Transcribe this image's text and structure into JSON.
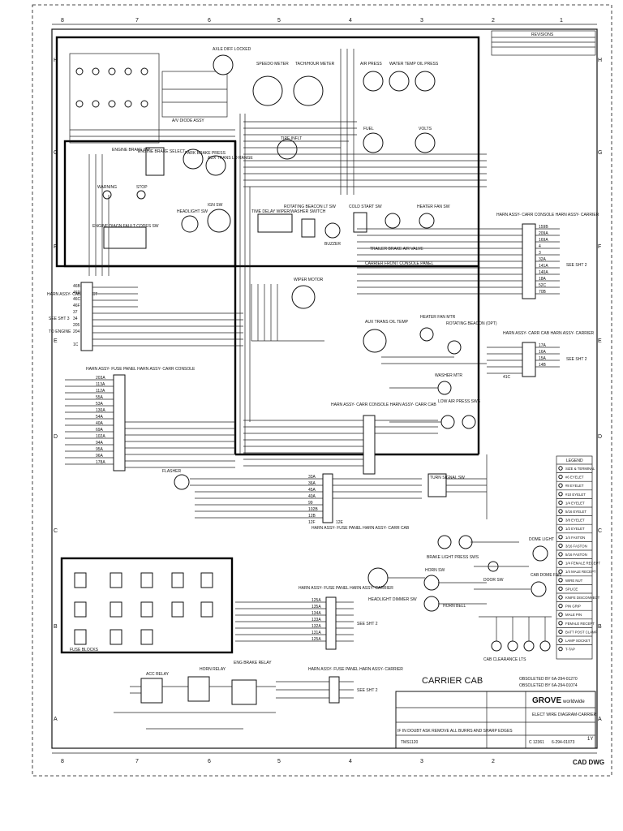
{
  "grid": {
    "columns": [
      "8",
      "7",
      "6",
      "5",
      "4",
      "3",
      "2",
      "1"
    ],
    "rows": [
      "H",
      "G",
      "F",
      "E",
      "D",
      "C",
      "B",
      "A"
    ]
  },
  "gauges": [
    {
      "label": "AXLE DIFF LOCKED"
    },
    {
      "label": "SPEEDO METER"
    },
    {
      "label": "TACH/HOUR METER"
    },
    {
      "label": "AIR PRESS"
    },
    {
      "label": "WATER TEMP"
    },
    {
      "label": "OIL PRESS"
    },
    {
      "label": "FUEL"
    },
    {
      "label": "VOLTS"
    },
    {
      "label": "TIRE INFLT"
    },
    {
      "label": "PARK BRAKE PRESS"
    },
    {
      "label": "AUX TRANS LO RANGE"
    }
  ],
  "labels": {
    "engine_brake_select": "ENGINE BRAKE SELECT",
    "engine_brake_sw": "ENGINE BRAKE SW",
    "warning": "WARNING",
    "stop": "STOP",
    "engine_diagn": "ENGINE DIAGN  FAULT CODES SW",
    "headlight_sw": "HEADLIGHT SW",
    "ign_sw": "IGN SW",
    "diode_assy": "A/V DIODE ASSY",
    "time_delay": "TIME DELAY WIPER/WASHER SWITCH",
    "rotating_beacon_lt_sw": "ROTATING BEACON LT SW",
    "buzzer": "BUZZER",
    "cold_start_sw": "COLD START SW",
    "heater_fan_sw": "HEATER FAN SW",
    "trailer_brake": "TRAILER BRAKE AIR VALVE",
    "carrier_front_console_panel": "CARRIER FRONT CONSOLE PANEL",
    "wiper_motor": "WIPER MOTOR",
    "aux_trans_oil_temp": "AUX TRANS OIL TEMP",
    "heater_fan_mtr": "HEATER FAN MTR",
    "rotating_beacon_opt": "ROTATING BEACON (OPT)",
    "washer_mtr": "WASHER MTR",
    "low_air_press_sws": "LOW AIR PRESS SWS",
    "flasher": "FLASHER",
    "turn_signal_sw": "TURN SIGNAL SW",
    "brake_light_press_sws": "BRAKE LIGHT PRESS SWS",
    "dome_light": "DOME LIGHT",
    "door_sw": "DOOR SW",
    "cab_dome_fan": "CAB DOME FAN",
    "headlight_dimmer_sw": "HEADLIGHT DIMMER SW",
    "horn_sw": "HORN SW",
    "horn_bell": "HORN BELL",
    "cab_clearance_lts": "CAB CLEARANCE LTS",
    "fuse_blocks": "FUSE BLOCKS",
    "acc_relay": "ACC RELAY",
    "horn_relay": "HORN RELAY",
    "eng_brake_relay": "ENG BRAKE RELAY",
    "see_sht_2": "SEE SHT 2",
    "see_sht_3": "SEE SHT 3",
    "to_engine": "TO ENGINE"
  },
  "harnesses": {
    "carr_console_carrier": "HARN ASSY- CARR CONSOLE   HARN ASSY- CARRIER",
    "carr_cab_carrier": "HARN ASSY- CARR CAB   HARN ASSY- CARRIER",
    "cab_select": "HARN ASSY- CAB SELECT",
    "fuse_panel_carr_console": "HARN ASSY- FUSE PANEL   HARN ASSY- CARR CONSOLE",
    "carr_console_carr_cab": "HARN ASSY- CARR CONSOLE   HARN ASSY- CARR CAB",
    "fuse_panel_carr_cab": "HARN ASSY- FUSE PANEL   HARN ASSY- CARR CAB",
    "fuse_panel_carrier_1": "HARN ASSY- FUSE PANEL   HARN ASSY- CARRIER",
    "fuse_panel_carrier_2": "HARN ASSY- FUSE PANEL   HARN ASSY- CARRIER"
  },
  "legend": {
    "title": "LEGEND",
    "items": [
      "SIZE & TERMINAL",
      "#6 EYELET",
      "#8 EYELET",
      "#10 EYELET",
      "1/4 EYELET",
      "5/16 EYELET",
      "3/8 EYELET",
      "1/2 EYELET",
      "1/4 FASTON",
      "3/16 FASTON",
      "5/16 FASTON",
      "1/4 FEMALE RECEPT",
      "1/4 MALE RECEPT",
      "WIRE NUT",
      "SPLICE",
      "KNIFE DISCONNECT",
      "PIN GRIP",
      "MALE PIN",
      "FEMALE RECEPT",
      "BATT POST CLAMP",
      "LAMP SOCKET",
      "T-TAP"
    ]
  },
  "title_block": {
    "title": "CARRIER CAB",
    "obsolete_1": "OBSOLETED BY 6A-294-01270",
    "obsolete_2": "OBSOLETED BY 6A-294-01074",
    "brand": "GROVE",
    "brand_suffix": "worldwide",
    "drawing_title": "ELECT WIRE DIAGRAM-CARRIER",
    "model": "TMS1120",
    "drawing_number": "6-294-01073",
    "sheet_code": "C 12361",
    "revision": "1Y",
    "footer": "CAD DWG",
    "note": "IF IN DOUBT ASK REMOVE ALL BURRS AND SHARP EDGES"
  },
  "revisions_header": "REVISIONS",
  "wire_labels_left": [
    "46B",
    "46D",
    "46C",
    "46F",
    "37",
    "34",
    "205",
    "204",
    "1C"
  ],
  "wire_labels_right_f": [
    "159B",
    "209A",
    "169A",
    "4",
    "3",
    "32A",
    "141A",
    "140A",
    "18A",
    "52C",
    "70B"
  ],
  "wire_labels_right_e": [
    "17A",
    "16A",
    "15A",
    "14B",
    "41C"
  ],
  "wire_labels_mid": [
    "33A",
    "36A",
    "45A",
    "40A",
    "99",
    "102B",
    "12B",
    "12F",
    "12E"
  ],
  "wire_labels_sht2": [
    "125A",
    "135A",
    "134A",
    "133A",
    "132A",
    "131A",
    "125A"
  ],
  "wire_labels_fuse_panel": [
    "203A",
    "113A",
    "112A",
    "55A",
    "53A",
    "130A",
    "54A",
    "40A",
    "69A",
    "102A",
    "94A",
    "95A",
    "96A",
    "178A"
  ],
  "colors": {
    "ink": "#111111",
    "paper": "#ffffff"
  }
}
